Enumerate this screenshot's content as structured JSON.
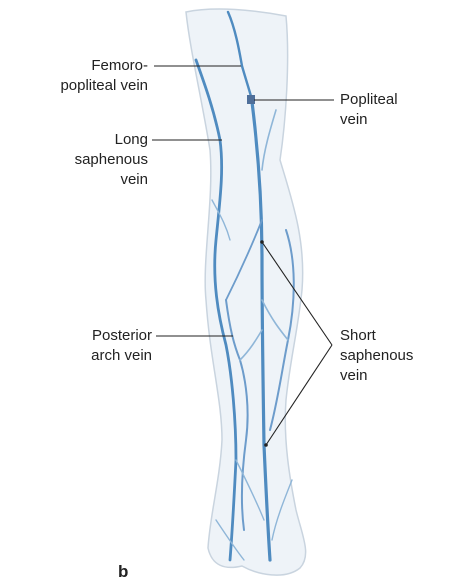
{
  "labels": {
    "femoro_popliteal": [
      "Femoro-",
      "popliteal vein"
    ],
    "long_saphenous": [
      "Long",
      "saphenous",
      "vein"
    ],
    "posterior_arch": [
      "Posterior",
      "arch vein"
    ],
    "popliteal": [
      "Popliteal",
      "vein"
    ],
    "short_saphenous": [
      "Short",
      "saphenous",
      "vein"
    ]
  },
  "panel_letter": "b",
  "colors": {
    "vein": "#4f8bc0",
    "vein_light": "#8fb6d8",
    "leg_fill": "#eef3f8",
    "leg_outline": "#c9d4df",
    "leader": "#222222"
  }
}
